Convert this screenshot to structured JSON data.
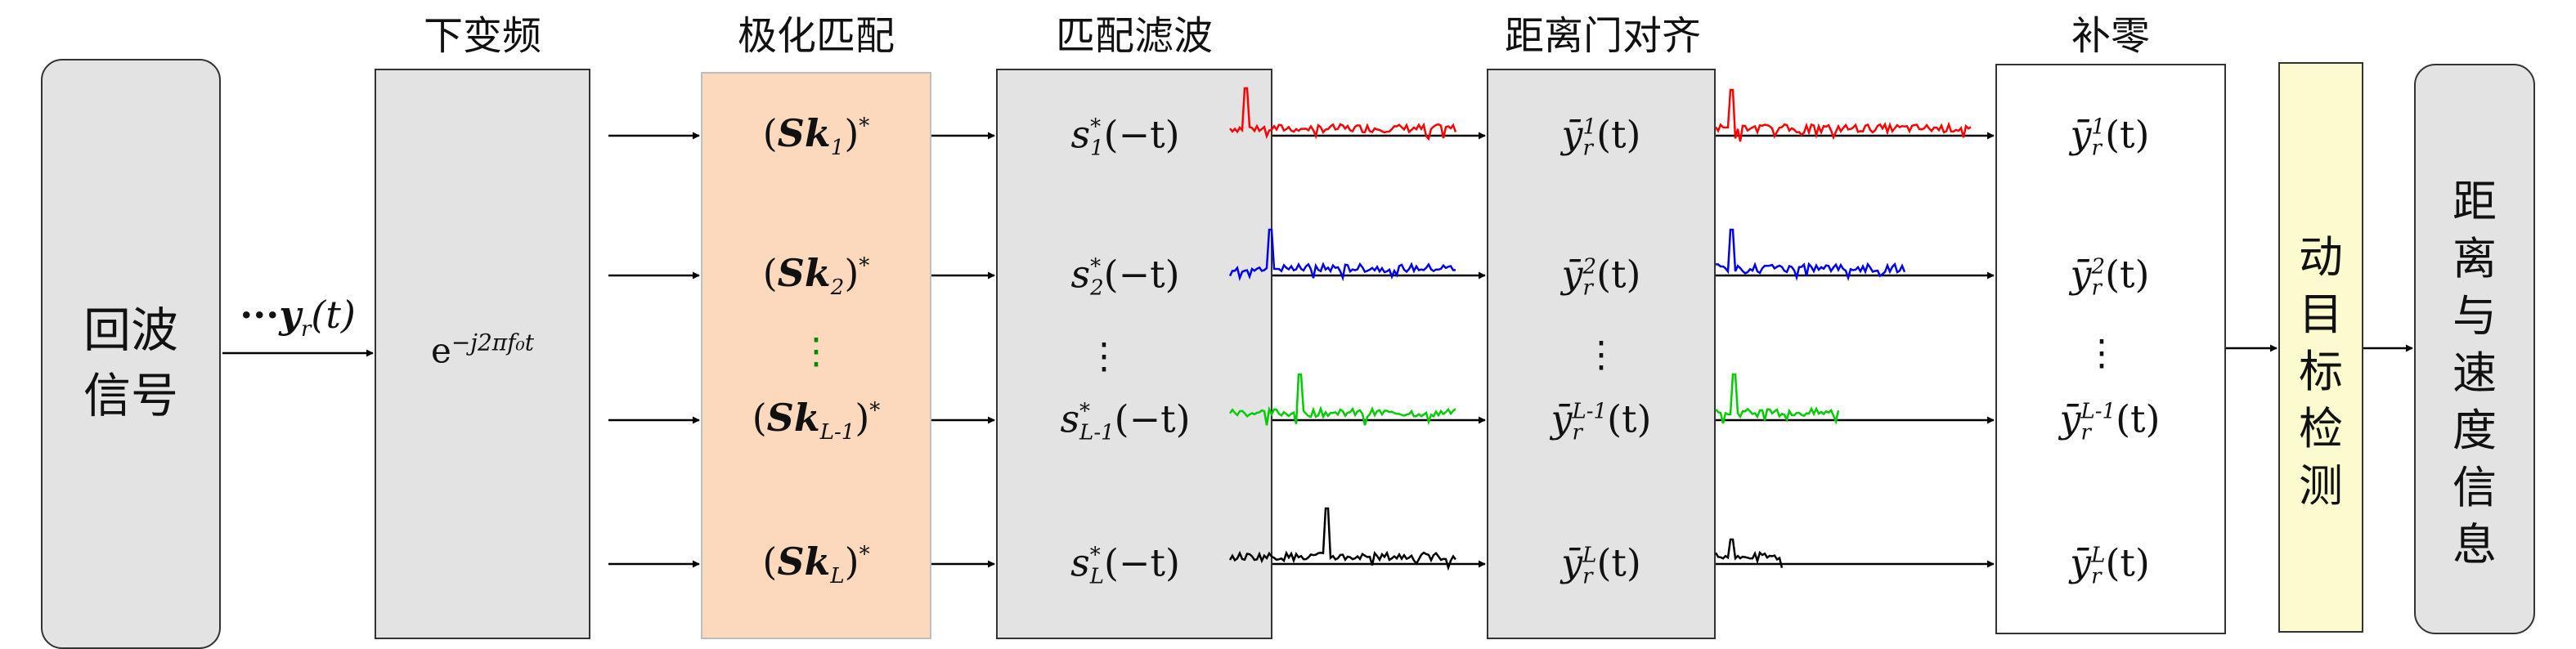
{
  "headers": {
    "downconvert": "下变频",
    "polarization": "极化匹配",
    "matched_filter": "匹配滤波",
    "range_align": "距离门对齐",
    "zero_pad": "补零"
  },
  "boxes": {
    "echo_line1": "回波",
    "echo_line2": "信号",
    "mtd_line1": "动",
    "mtd_line2": "目",
    "mtd_line3": "标",
    "mtd_line4": "检",
    "mtd_line5": "测",
    "output_line1": "距",
    "output_line2": "离",
    "output_line3": "与",
    "output_line4": "速",
    "output_line5": "度",
    "output_line6": "信",
    "output_line7": "息"
  },
  "input_signal": {
    "prefix": "···",
    "var": "y",
    "sub": "r",
    "arg": "(t)"
  },
  "downconvert_expr": {
    "base": "e",
    "exp": "−j2πf₀t"
  },
  "polarization_rows": [
    {
      "open": "(",
      "var": "Sk",
      "sub": "1",
      "close": ")",
      "sup": "*"
    },
    {
      "open": "(",
      "var": "Sk",
      "sub": "2",
      "close": ")",
      "sup": "*"
    },
    {
      "open": "(",
      "var": "Sk",
      "sub": "L-1",
      "close": ")",
      "sup": "*"
    },
    {
      "open": "(",
      "var": "Sk",
      "sub": "L",
      "close": ")",
      "sup": "*"
    }
  ],
  "matched_filter_rows": [
    {
      "var": "s",
      "sup": "*",
      "sub": "1",
      "arg": "(−t)"
    },
    {
      "var": "s",
      "sup": "*",
      "sub": "2",
      "arg": "(−t)"
    },
    {
      "var": "s",
      "sup": "*",
      "sub": "L-1",
      "arg": "(−t)"
    },
    {
      "var": "s",
      "sup": "*",
      "sub": "L",
      "arg": "(−t)"
    }
  ],
  "range_align_rows": [
    {
      "var": "ȳ",
      "sub": "r",
      "sup": "1",
      "arg": "(t)"
    },
    {
      "var": "ȳ",
      "sub": "r",
      "sup": "2",
      "arg": "(t)"
    },
    {
      "var": "ȳ",
      "sub": "r",
      "sup": "L-1",
      "arg": "(t)"
    },
    {
      "var": "ȳ",
      "sub": "r",
      "sup": "L",
      "arg": "(t)"
    }
  ],
  "zero_pad_rows": [
    {
      "var": "ȳ̄",
      "sub": "r",
      "sup": "1",
      "arg": "(t)"
    },
    {
      "var": "ȳ̄",
      "sub": "r",
      "sup": "2",
      "arg": "(t)"
    },
    {
      "var": "ȳ̄",
      "sub": "r",
      "sup": "L-1",
      "arg": "(t)"
    },
    {
      "var": "ȳ̄",
      "sub": "r",
      "sup": "L",
      "arg": "(t)"
    }
  ],
  "vdots": "⋮",
  "colors": {
    "box_gray": "#e3e3e3",
    "box_peach": "#fcd9bd",
    "box_white": "#ffffff",
    "box_yellow": "#fbfbcf",
    "trace_red": "#ff0000",
    "trace_blue": "#0000ee",
    "trace_green": "#00cc00",
    "trace_black": "#000000"
  }
}
